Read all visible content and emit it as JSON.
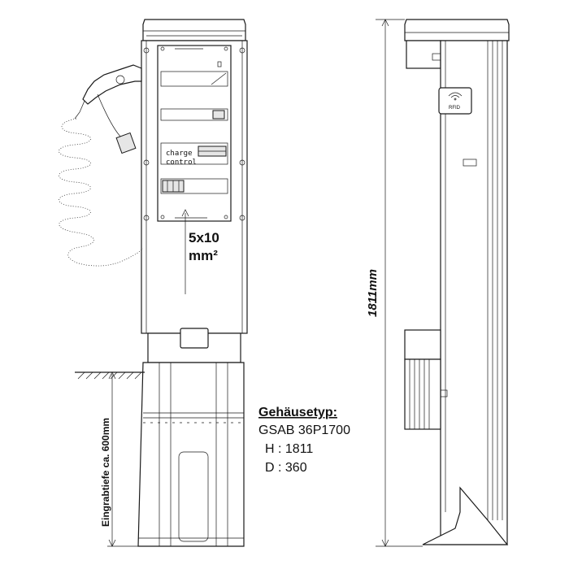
{
  "panel": {
    "charge_label": "charge",
    "control_label": "control",
    "rfid_label": "RFID"
  },
  "cable_spec": {
    "line1": "5x10",
    "line2": "mm²"
  },
  "dimensions": {
    "height_label": "1811mm",
    "depth_label": "Eingrabtiefe ca. 600mm"
  },
  "housing": {
    "title": "Gehäusetyp:",
    "model": "GSAB 36P1700",
    "h": "H : 1811",
    "d": "D : 360"
  },
  "colors": {
    "line": "#1a1a1a",
    "fill": "#ffffff",
    "shade": "#e6e6e6"
  }
}
